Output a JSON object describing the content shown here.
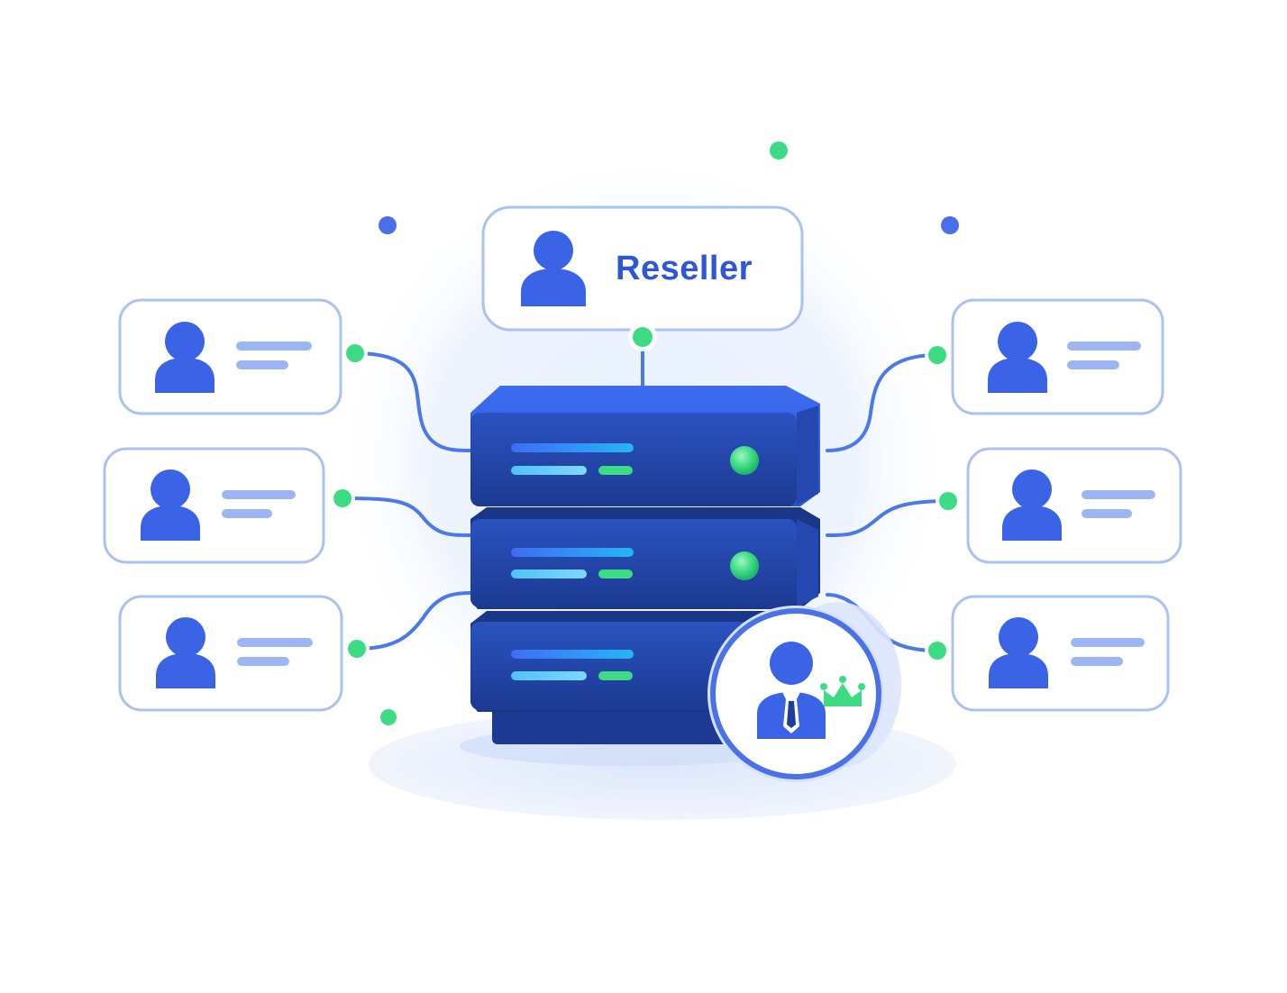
{
  "reseller_card": {
    "label": "Reseller"
  },
  "colors": {
    "accent_blue": "#3a63e6",
    "server_dark": "#1f3e9c",
    "server_face": "#22449f",
    "status_green": "#3ddc84",
    "card_border": "#a9c2f2",
    "placeholder_line": "#9db5f3",
    "background_glow": "#eaf2fe"
  },
  "icons": {
    "user": "user-icon",
    "admin": "admin-user-icon",
    "crown": "crown-icon",
    "server": "server-rack-icon"
  },
  "client_cards": [
    {
      "id": "left-1",
      "side": "left"
    },
    {
      "id": "left-2",
      "side": "left"
    },
    {
      "id": "left-3",
      "side": "left"
    },
    {
      "id": "right-1",
      "side": "right"
    },
    {
      "id": "right-2",
      "side": "right"
    },
    {
      "id": "right-3",
      "side": "right"
    }
  ],
  "server_units": [
    {
      "status": "online"
    },
    {
      "status": "online"
    },
    {
      "status": "online"
    }
  ]
}
